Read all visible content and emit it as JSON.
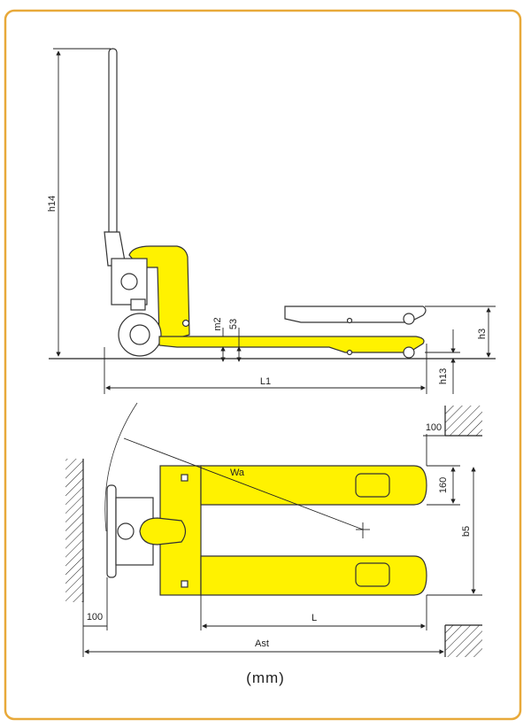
{
  "colors": {
    "frame_border": "#e8a93a",
    "truck_yellow": "#fff200",
    "line": "#222222"
  },
  "side_view": {
    "labels": {
      "handle_height": "h14",
      "fork_lowered_thickness": "m2",
      "fork_dim_53": "53",
      "lift_height": "h3",
      "fork_lowered_height": "h13",
      "overall_length": "L1"
    }
  },
  "top_view": {
    "labels": {
      "turning_radius": "Wa",
      "wall_clearance_top": "100",
      "fork_width": "160",
      "overall_fork_width": "b5",
      "wall_clearance_left": "100",
      "fork_length": "L",
      "aisle_width": "Ast"
    }
  },
  "unit_label": "(mm)"
}
